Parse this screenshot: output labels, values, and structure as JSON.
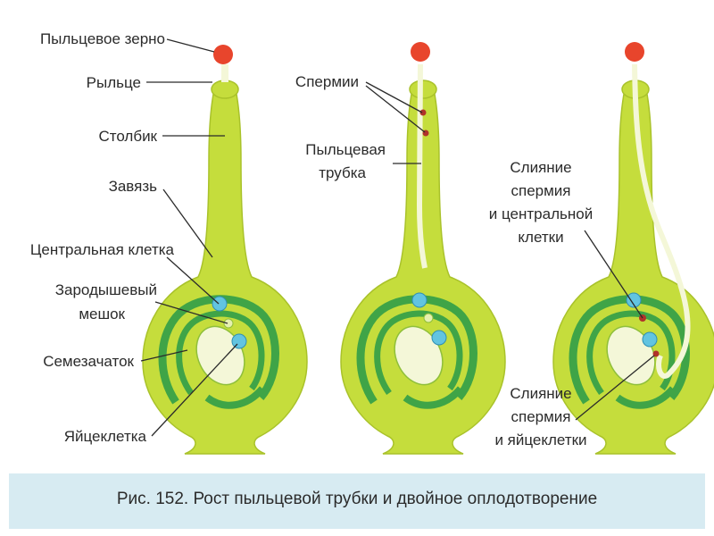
{
  "labels": {
    "pollen_grain": "Пыльцевое зерно",
    "stigma": "Рыльце",
    "style": "Столбик",
    "ovary": "Завязь",
    "central_cell": "Центральная клетка",
    "embryo_sac_1": "Зародышевый",
    "embryo_sac_2": "мешок",
    "ovule": "Семезачаток",
    "egg_cell": "Яйцеклетка",
    "sperms": "Спермии",
    "pollen_tube_1": "Пыльцевая",
    "pollen_tube_2": "трубка",
    "fusion_central_1": "Слияние",
    "fusion_central_2": "спермия",
    "fusion_central_3": "и центральной",
    "fusion_central_4": "клетки",
    "fusion_egg_1": "Слияние",
    "fusion_egg_2": "спермия",
    "fusion_egg_3": "и яйцеклетки"
  },
  "caption": "Рис. 152. Рост пыльцевой трубки и двойное оплодотворение",
  "colors": {
    "pistil": "#c5dd3c",
    "pistil_outline": "#a9c22a",
    "ovule": "#3fa447",
    "embryo_sac": "#f4f7d8",
    "pollen": "#e8452c",
    "nucleus": "#62c4e0",
    "sperm": "#b0322a",
    "caption_bar": "#d7ebf2"
  }
}
